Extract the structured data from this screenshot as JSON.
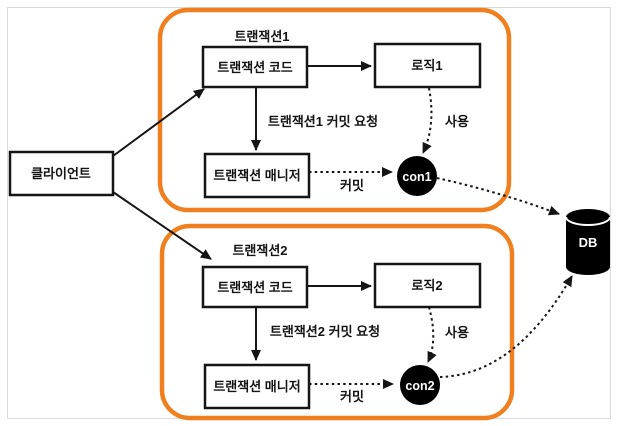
{
  "colors": {
    "accent": "#F0801F",
    "box_border": "#151515",
    "node_fill": "#000000",
    "page_border": "#d9d9d9"
  },
  "client": {
    "label": "클라이언트"
  },
  "db": {
    "label": "DB"
  },
  "transactions": [
    {
      "title": "트랜잭션1",
      "code": "트랜잭션 코드",
      "logic": "로직1",
      "manager": "트랜잭션 매니저",
      "commit_request": "트랜잭션1 커밋 요청",
      "use": "사용",
      "commit": "커밋",
      "connection": "con1"
    },
    {
      "title": "트랜잭션2",
      "code": "트랜잭션 코드",
      "logic": "로직2",
      "manager": "트랜잭션 매니저",
      "commit_request": "트랜잭션2 커밋 요청",
      "use": "사용",
      "commit": "커밋",
      "connection": "con2"
    }
  ]
}
